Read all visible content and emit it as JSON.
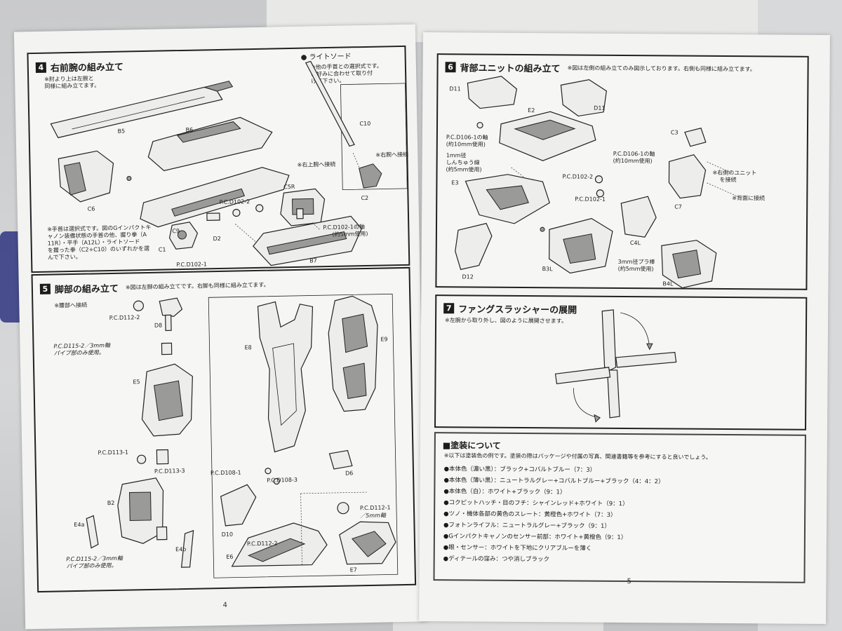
{
  "left_page": {
    "page_number": "4",
    "sec4": {
      "num": "4",
      "title": "右前腕の組み立て",
      "note1": "※肘より上は左腕と",
      "note2": "同様に組み立てます。",
      "sword_title": "ライトソード",
      "sword_note1": "※他の手首との選択式です。",
      "sword_note2": "お好みに合わせて取り付",
      "sword_note3": "けて下さい。",
      "to_upper_arm": "※右上腕へ接続",
      "to_right_arm": "※右腕へ接続",
      "labels": [
        "B5",
        "B6",
        "C6",
        "C9",
        "C10",
        "C2",
        "C5R",
        "P.C.D102-2",
        "C1",
        "D2",
        "P.C.D102-1",
        "B7",
        "P.C.D102-1の軸",
        "(約5mm使用)"
      ],
      "bottom_note": [
        "※手首は選択式です。図のGインパクトキ",
        "ャノン装備状態の手首の他、握り拳（A",
        "11R）・平手（A12L）・ライトソード",
        "を握った拳（C2+C10）のいずれかを選",
        "んで下さい。"
      ]
    },
    "sec5": {
      "num": "5",
      "title": "脚部の組み立て",
      "subtitle": "※図は左脚の組み立てです。右脚も同様に組み立てます。",
      "to_waist": "※腰部へ接続",
      "labels": [
        "P.C.D112-2",
        "D8",
        "P.C.D115-2／3mm軸",
        "パイプ部のみ使用。",
        "E5",
        "E8",
        "E9",
        "P.C.D108-1",
        "P.C.D108-3",
        "D6",
        "P.C.D113-1",
        "P.C.D113-3",
        "P.C.D112-1",
        "／5mm軸",
        "B2",
        "D10",
        "P.C.D112-2",
        "E4a",
        "E4b",
        "P.C.D115-2／3mm軸",
        "パイプ部のみ使用。",
        "E6",
        "E7"
      ]
    }
  },
  "right_page": {
    "page_number": "5",
    "sec6": {
      "num": "6",
      "title": "背部ユニットの組み立て",
      "subtitle": "※図は左側の組み立てのみ図示しております。右側も同様に組み立てます。",
      "labels": [
        "D11",
        "E2",
        "D11",
        "P.C.D106-1の軸",
        "(約10mm使用)",
        "1mm径",
        "しんちゅう線",
        "(約5mm使用)",
        "P.C.D106-1の軸",
        "(約10mm使用)",
        "C3",
        "E3",
        "P.C.D102-2",
        "P.C.D102-1",
        "C7",
        "C4L",
        "B3L",
        "D12",
        "3mm径プラ棒",
        "(約5mm使用)",
        "B4L"
      ],
      "to_right_unit": "※右側のユニット",
      "to_right_unit2": "を接続",
      "to_back": "※背面に接続"
    },
    "sec7": {
      "num": "7",
      "title": "ファングスラッシャーの展開",
      "subtitle": "※左腕から取り外し、図のように展開させます。"
    },
    "paint": {
      "title": "■塗装について",
      "intro": "※以下は塗装色の例です。塗装の際はパッケージや付属の写真、関連書籍等を参考にすると良いでしょう。",
      "rows": [
        "●本体色（濃い黒）：ブラック+コバルトブルー（7：3）",
        "●本体色（薄い黒）：ニュートラルグレー+コバルトブルー+ブラック（4：4：2）",
        "●本体色（白）：ホワイト+ブラック（9：1）",
        "●コクピットハッチ・目のフチ：シャインレッド+ホワイト（9：1）",
        "●ツノ・機体各部の黄色のスレート：黄橙色+ホワイト（7：3）",
        "●フォトンライフル：ニュートラルグレー+ブラック（9：1）",
        "●Gインパクトキャノンのセンサー前部：ホワイト+黄橙色（9：1）",
        "●眼・センサー：ホワイトを下地にクリアブルーを薄く",
        "●ディテールの窪み：つや消しブラック"
      ]
    }
  }
}
